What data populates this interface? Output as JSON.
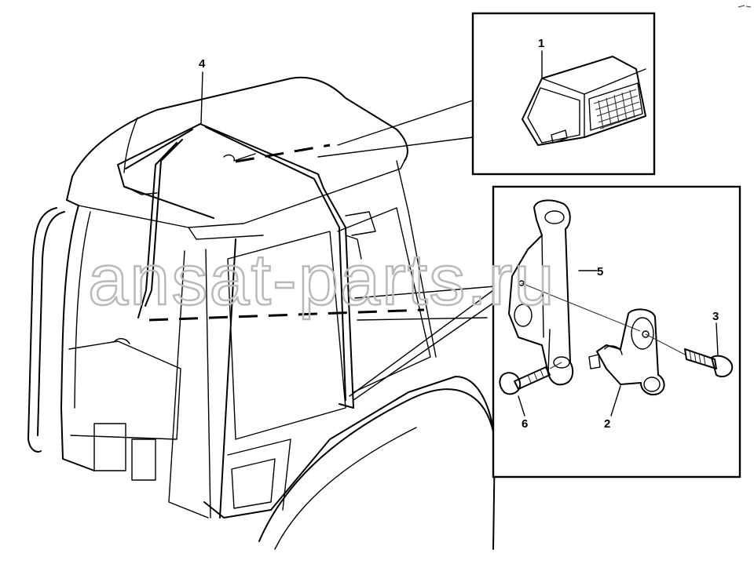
{
  "watermark": "ansat-parts.ru",
  "callouts": {
    "c1": "1",
    "c2": "2",
    "c3": "3",
    "c4": "4",
    "c5": "5",
    "c6": "6"
  },
  "parts": {
    "p1": "interior lamp",
    "p2": "door switch",
    "p3": "bolt",
    "p4": "wiring harness",
    "p5": "bracket",
    "p6": "bolt"
  }
}
